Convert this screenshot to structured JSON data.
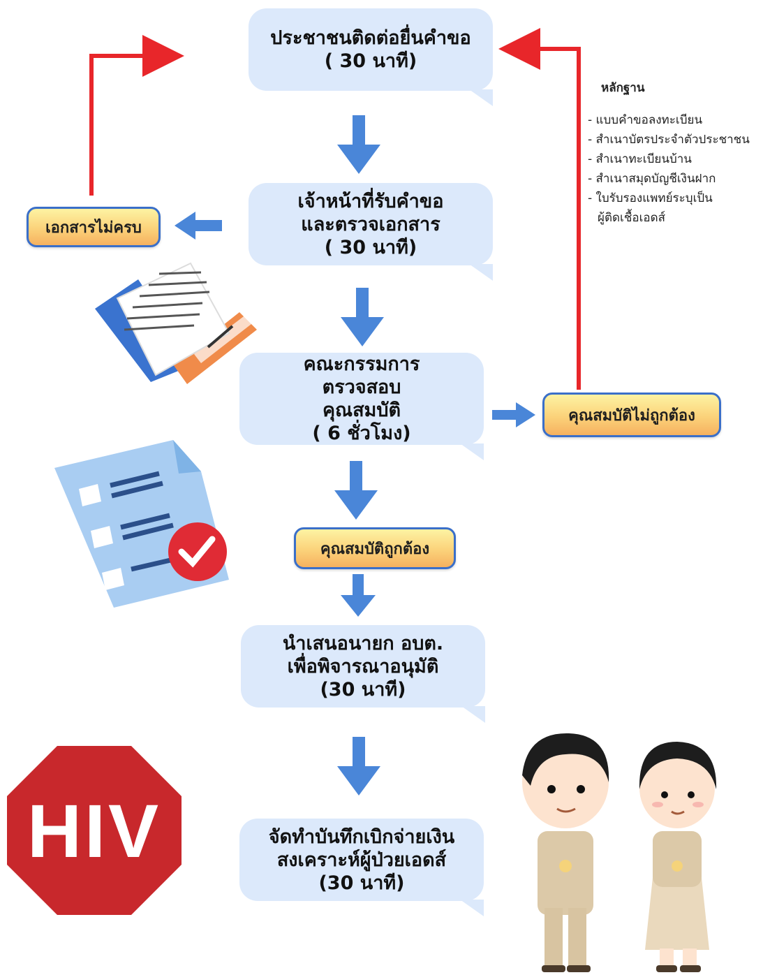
{
  "steps": [
    {
      "lines": [
        "ประชาชนติดต่อยื่นคำขอ",
        "( 30 นาที)"
      ]
    },
    {
      "lines": [
        "เจ้าหน้าที่รับคำขอ",
        "และตรวจเอกสาร",
        "( 30 นาที)"
      ]
    },
    {
      "lines": [
        "คณะกรรมการ",
        "ตรวจสอบ",
        "คุณสมบัติ",
        "( 6 ชั่วโมง)"
      ]
    },
    {
      "lines": [
        "นำเสนอนายก อบต.",
        "เพื่อพิจารณาอนุมัติ",
        "(30 นาที)"
      ]
    },
    {
      "lines": [
        "จัดทำบันทึกเบิกจ่ายเงิน",
        "สงเคราะห์ผู้ป่วยเอดส์",
        "(30 นาที)"
      ]
    }
  ],
  "tags": {
    "incomplete_docs": "เอกสารไม่ครบ",
    "not_qualified": "คุณสมบัติไม่ถูกต้อง",
    "qualified": "คุณสมบัติถูกต้อง"
  },
  "evidence": {
    "title": "หลักฐาน",
    "items": [
      "- แบบคำขอลงทะเบียน",
      "- สำเนาบัตรประจำตัวประชาชน",
      "- สำเนาทะเบียนบ้าน",
      "- สำเนาสมุดบัญชีเงินฝาก",
      "- ใบรับรองแพทย์ระบุเป็น",
      "  ผู้ติดเชื้อเอดส์"
    ]
  },
  "hiv_sign": "HIV",
  "colors": {
    "bubble": "#dce9fb",
    "arrow_blue": "#4a86d8",
    "arrow_red": "#e8262a",
    "sign_red": "#c8282c",
    "tag_border": "#3a6fc9"
  }
}
